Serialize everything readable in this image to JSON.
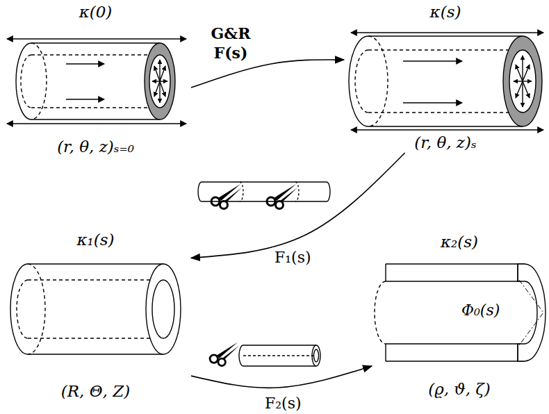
{
  "diagram": {
    "nodes": [
      {
        "text": [
          "κ(0)",
          "(r, θ, z)ₛ₌₀"
        ]
      },
      {
        "text": [
          "κ(s)",
          "(r, θ, z)ₛ"
        ]
      },
      {
        "text": [
          "κ₁(s)",
          "(R, Θ, Z)"
        ]
      },
      {
        "text": [
          "κ₂(s)",
          "(ϱ, ϑ, ζ)"
        ]
      }
    ],
    "edges": [
      {
        "from": 0,
        "to": 1,
        "label": "G&R F(s)",
        "arrow": "to"
      },
      {
        "from": 1,
        "to": 2,
        "label": "F₁(s)",
        "arrow": "to"
      },
      {
        "from": 2,
        "to": 3,
        "label": "F₂(s)",
        "arrow": "to"
      }
    ],
    "labels": [
      "Φ₀(s)"
    ]
  }
}
